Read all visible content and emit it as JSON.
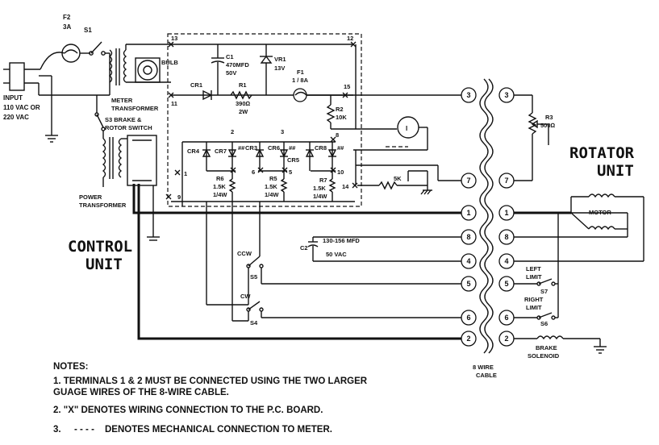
{
  "fuse_f2": {
    "name": "F2",
    "rating": "3A"
  },
  "switch_s1": "S1",
  "input_label": [
    "INPUT",
    "110 VAC OR",
    "220 VAC"
  ],
  "bulb": "BULB",
  "meter_transformer": [
    "METER",
    "TRANSFORMER"
  ],
  "s3_label": [
    "S3 BRAKE &",
    "ROTOR SWITCH"
  ],
  "power_transformer": [
    "POWER",
    "TRANSFORMER"
  ],
  "c1": [
    "C1",
    "470MFD",
    "50V"
  ],
  "vr1": [
    "VR1",
    "13V"
  ],
  "cr1": "CR1",
  "r1": [
    "R1",
    "390Ω",
    "2W"
  ],
  "f1": [
    "F1",
    "1 / 8A"
  ],
  "r2": [
    "R2",
    "10K"
  ],
  "meter_symbol": "I",
  "pcb_terminals": [
    "13",
    "12",
    "11",
    "15",
    "1",
    "9",
    "2",
    "3",
    "6",
    "5",
    "8",
    "10",
    "14"
  ],
  "diodes": [
    "CR4",
    "CR7",
    "CR3",
    "CR6",
    "CR5",
    "CR8"
  ],
  "diode_marks": [
    "##",
    "##",
    "##"
  ],
  "r6": [
    "R6",
    "1.5K",
    "1/4W"
  ],
  "r5": [
    "R5",
    "1.5K",
    "1/4W"
  ],
  "r7": [
    "R7",
    "1.5K",
    "1/4W"
  ],
  "pot_5k": "5K",
  "c2": [
    "C2",
    "130-156 MFD",
    "50 VAC"
  ],
  "ccw_switch": [
    "CCW",
    "S5"
  ],
  "cw_switch": [
    "CW",
    "S4"
  ],
  "control_unit": [
    "CONTROL",
    "UNIT"
  ],
  "rotator_unit": [
    "ROTATOR",
    "UNIT"
  ],
  "r3": [
    "R3",
    "500Ω"
  ],
  "motor": "MOTOR",
  "s7": [
    "LEFT",
    "LIMIT",
    "S7"
  ],
  "s6": [
    "RIGHT",
    "LIMIT",
    "S6"
  ],
  "brake": [
    "BRAKE",
    "SOLENOID"
  ],
  "cable": [
    "8 WIRE",
    "CABLE"
  ],
  "left_terminals": [
    "3",
    "7",
    "1",
    "8",
    "4",
    "5",
    "6",
    "2"
  ],
  "right_terminals": [
    "3",
    "7",
    "1",
    "8",
    "4",
    "5",
    "6",
    "2"
  ],
  "notes": {
    "title": "NOTES:",
    "items": [
      "1.  TERMINALS 1 & 2 MUST BE CONNECTED USING THE TWO LARGER",
      "      GUAGE WIRES OF THE 8-WIRE CABLE.",
      "2.  \"X\" DENOTES WIRING  CONNECTION TO THE P.C. BOARD.",
      "3.  ",
      "DENOTES MECHANICAL CONNECTION TO METER."
    ],
    "note3_marker": "- - - -"
  }
}
